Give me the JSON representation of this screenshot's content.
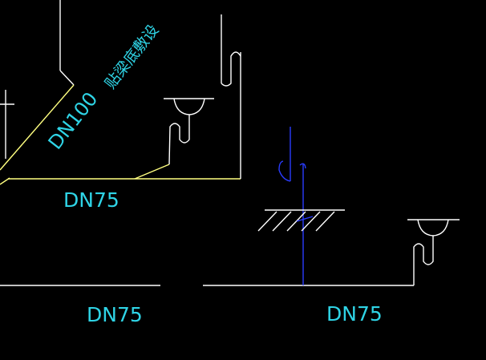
{
  "labels": {
    "dn100": "DN100",
    "beam_note": "贴梁底敷设",
    "dn75_top": "DN75",
    "dn75_left": "DN75",
    "dn75_right": "DN75"
  },
  "colors": {
    "background": "#000000",
    "pipe": "#ffffff",
    "yellow": "#ffff80",
    "cyan": "#2fd4e6",
    "blue": "#2a3cff"
  }
}
